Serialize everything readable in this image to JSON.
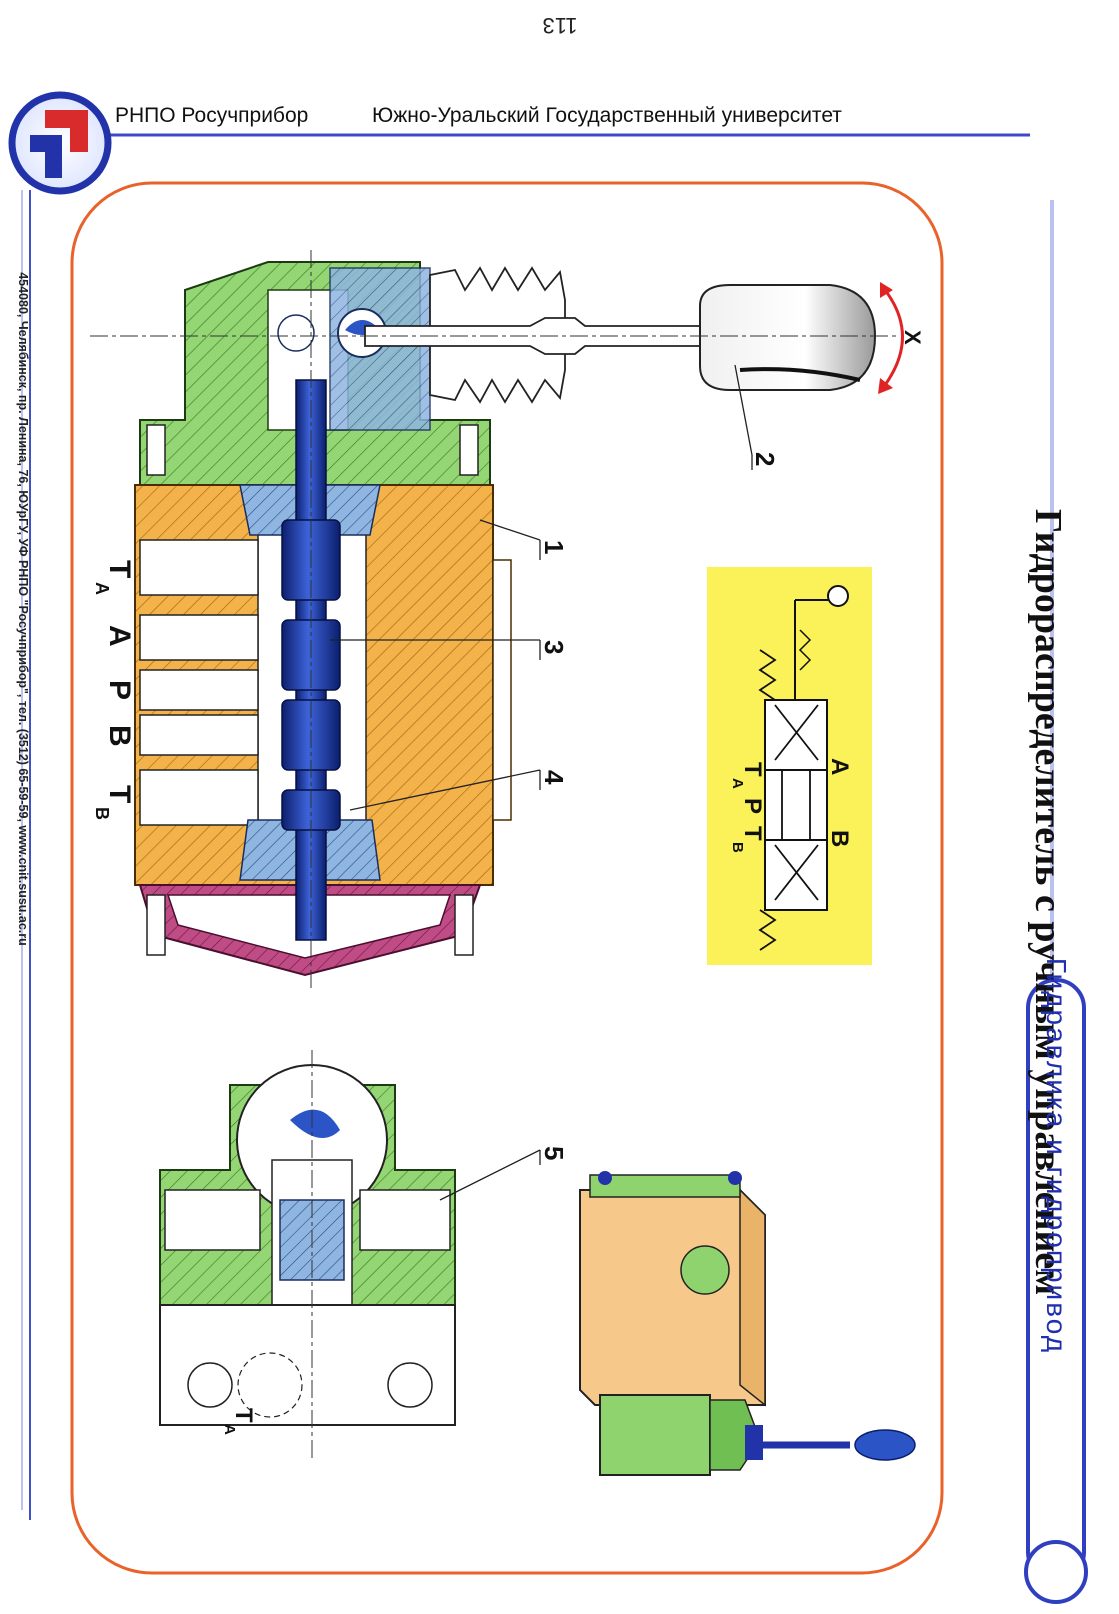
{
  "header": {
    "page_number": "113",
    "org_left": "РНПО Росучприбор",
    "org_right": "Южно-Уральский Государственный университет",
    "course_title": "Гидравлика и гидропривод"
  },
  "footer": {
    "address": "454080, Челябинск, пр. Ленина, 76, ЮУрГУ, УФ РНПО \"Росучприбор\", тел. (3512) 65-59-59, www.cnit.susu.ac.ru"
  },
  "slide": {
    "title": "Гидрораспределитель с ручным управлением"
  },
  "callouts": {
    "n1": "1",
    "n2": "2",
    "n3": "3",
    "n4": "4",
    "n5": "5"
  },
  "ports_section": {
    "ta": "T",
    "ta_sub": "A",
    "a": "A",
    "p": "P",
    "b": "B",
    "tb": "T",
    "tb_sub": "B"
  },
  "symbol": {
    "a": "A",
    "b": "B",
    "ta": "T",
    "ta_sub": "A",
    "p": "P",
    "tb": "T",
    "tb_sub": "B"
  },
  "handle_axis": {
    "x": "X"
  },
  "side_view": {
    "ta": "T",
    "ta_sub": "A"
  },
  "colors": {
    "header_blue": "#2233aa",
    "frame_orange": "#e8622a",
    "body_orange": "#f3b24a",
    "cover_green": "#8fd36f",
    "spool_blue": "#1f3fb0",
    "symbol_yellow": "#fbf25a",
    "end_cap_magenta": "#b43a7a",
    "arrow_red": "#e02424"
  }
}
